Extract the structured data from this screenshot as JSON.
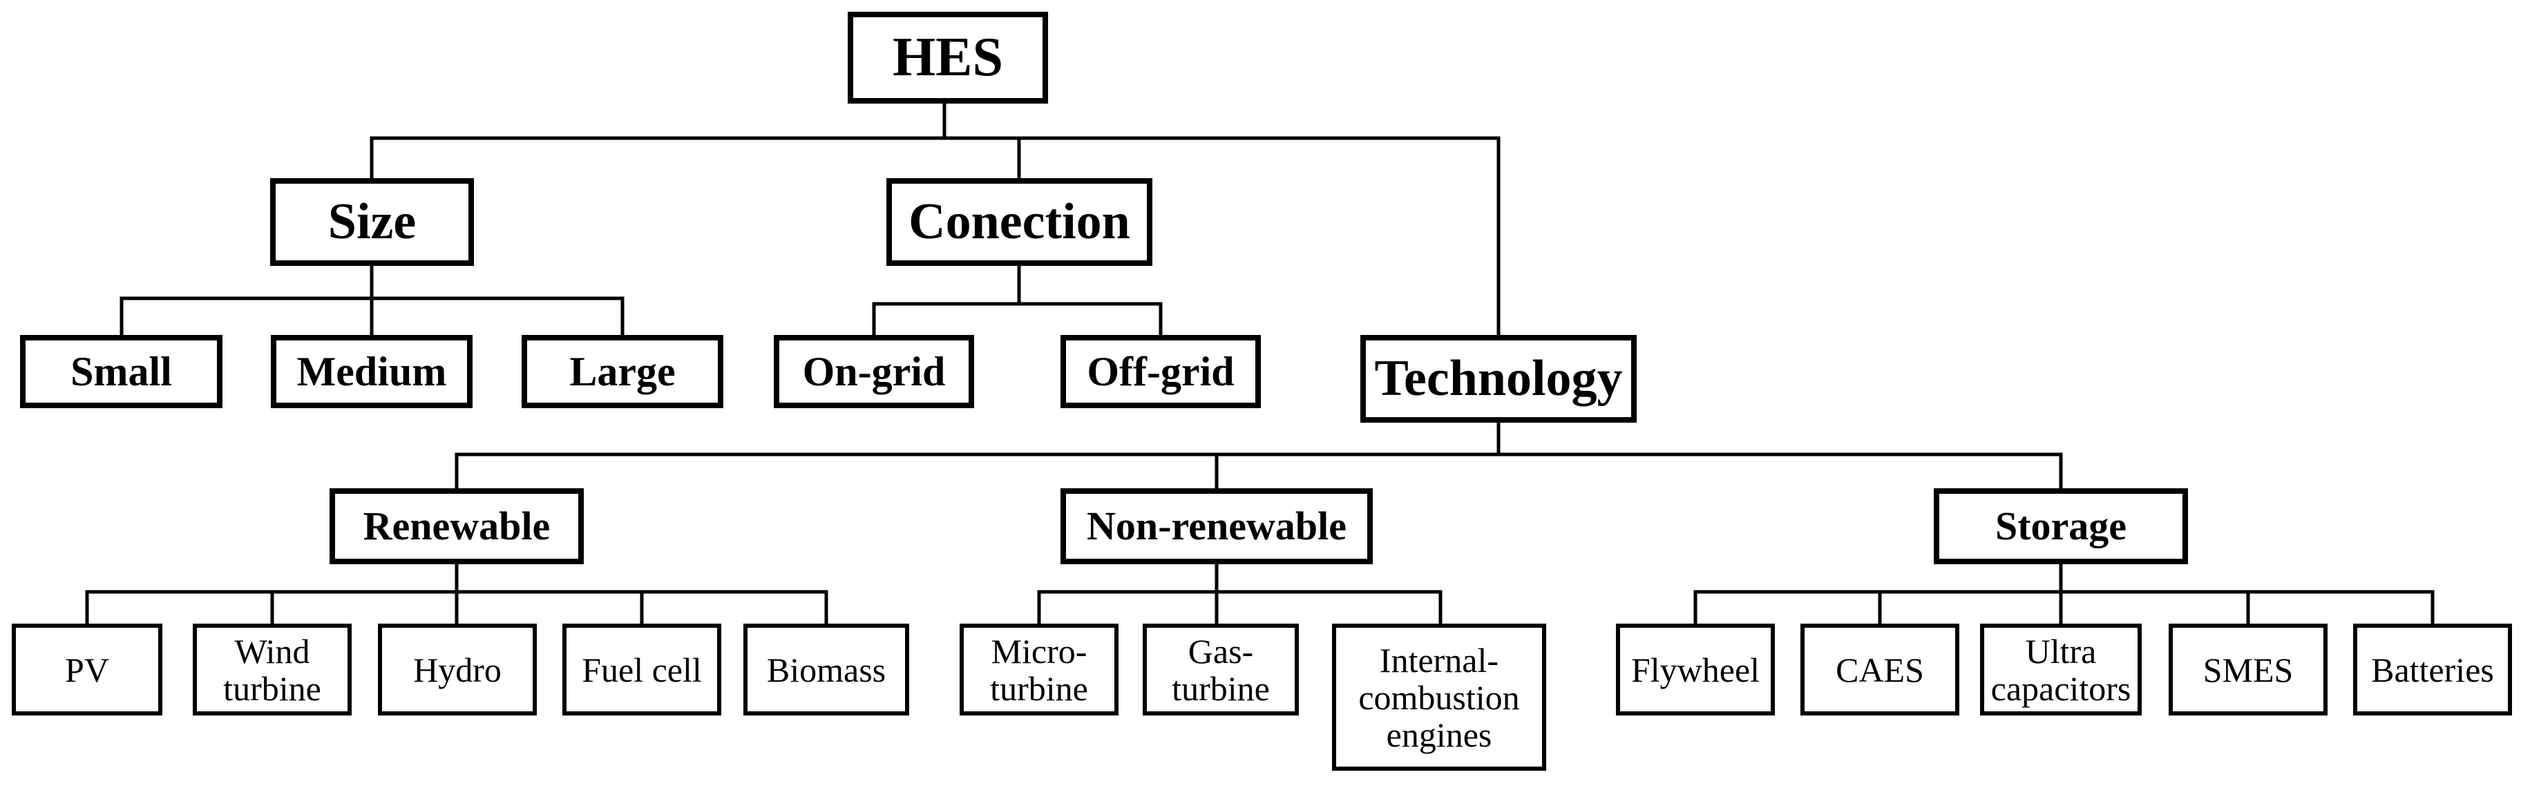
{
  "root": "HES",
  "categories": {
    "size": {
      "label": "Size",
      "items": [
        "Small",
        "Medium",
        "Large"
      ]
    },
    "connection": {
      "label": "Conection",
      "items": [
        "On-grid",
        "Off-grid"
      ]
    },
    "technology": {
      "label": "Technology",
      "renewable": {
        "label": "Renewable",
        "items": [
          [
            "PV"
          ],
          [
            "Wind",
            "turbine"
          ],
          [
            "Hydro"
          ],
          [
            "Fuel cell"
          ],
          [
            "Biomass"
          ]
        ]
      },
      "non_renewable": {
        "label": "Non-renewable",
        "items": [
          [
            "Micro-",
            "turbine"
          ],
          [
            "Gas-",
            "turbine"
          ],
          [
            "Internal-",
            "combustion",
            "engines"
          ]
        ]
      },
      "storage": {
        "label": "Storage",
        "items": [
          [
            "Flywheel"
          ],
          [
            "CAES"
          ],
          [
            "Ultra",
            "capacitors"
          ],
          [
            "SMES"
          ],
          [
            "Batteries"
          ]
        ]
      }
    }
  }
}
